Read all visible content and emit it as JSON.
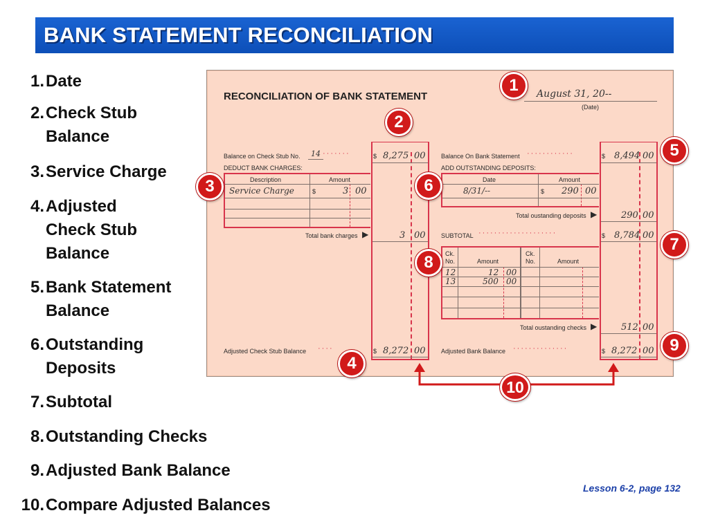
{
  "title": "BANK STATEMENT RECONCILIATION",
  "list": [
    {
      "num": "1.",
      "lines": [
        "Date"
      ]
    },
    {
      "num": "2.",
      "lines": [
        "Check Stub",
        "Balance"
      ]
    },
    {
      "num": "3.",
      "lines": [
        "Service Charge"
      ]
    },
    {
      "num": "4.",
      "lines": [
        "Adjusted",
        "Check Stub",
        "Balance"
      ]
    },
    {
      "num": "5.",
      "lines": [
        "Bank Statement",
        "Balance"
      ]
    },
    {
      "num": "6.",
      "lines": [
        "Outstanding",
        "Deposits"
      ]
    },
    {
      "num": "7.",
      "lines": [
        "Subtotal"
      ]
    },
    {
      "num": "8.",
      "lines": [
        "Outstanding Checks"
      ]
    },
    {
      "num": "9.",
      "lines": [
        "Adjusted Bank Balance"
      ]
    },
    {
      "num": "10.",
      "lines": [
        "Compare Adjusted Balances"
      ]
    }
  ],
  "form": {
    "heading": "RECONCILIATION OF BANK STATEMENT",
    "date_value": "August 31, 20--",
    "date_label": "(Date)",
    "left": {
      "stub_label": "Balance on Check Stub No.",
      "stub_no": "14",
      "stub_dollars": "8,275",
      "stub_cents": "00",
      "deduct_label": "DEDUCT BANK CHARGES:",
      "col_description": "Description",
      "col_amount": "Amount",
      "charge_desc": "Service Charge",
      "charge_dollars": "3",
      "charge_cents": "00",
      "total_label": "Total bank charges",
      "total_dollars": "3",
      "total_cents": "00",
      "adjusted_label": "Adjusted Check Stub Balance",
      "adjusted_dollars": "8,272",
      "adjusted_cents": "00"
    },
    "right": {
      "bank_label": "Balance On Bank Statement",
      "bank_dollars": "8,494",
      "bank_cents": "00",
      "add_label": "ADD OUTSTANDING DEPOSITS:",
      "col_date": "Date",
      "col_amount": "Amount",
      "deposit_date": "8/31/--",
      "deposit_dollars": "290",
      "deposit_cents": "00",
      "total_deposits_label": "Total oustanding deposits",
      "total_deposits_dollars": "290",
      "total_deposits_cents": "00",
      "subtotal_label": "SUBTOTAL",
      "subtotal_dollars": "8,784",
      "subtotal_cents": "00",
      "col_ck": "Ck.",
      "col_no": "No.",
      "checks": [
        {
          "no": "12",
          "dollars": "12",
          "cents": "00"
        },
        {
          "no": "13",
          "dollars": "500",
          "cents": "00"
        }
      ],
      "total_checks_label": "Total oustanding checks",
      "total_checks_dollars": "512",
      "total_checks_cents": "00",
      "adjusted_label": "Adjusted Bank Balance",
      "adjusted_dollars": "8,272",
      "adjusted_cents": "00"
    },
    "dollar_sign": "$"
  },
  "badges": [
    "1",
    "2",
    "3",
    "4",
    "5",
    "6",
    "7",
    "8",
    "9",
    "10"
  ],
  "footer": "Lesson 6-2, page 132",
  "colors": {
    "title_bg": "#0f56c4",
    "form_bg": "#fcd9c8",
    "badge": "#d11a1a",
    "rule_red": "#d8344b",
    "footer_text": "#1b3fa8"
  }
}
